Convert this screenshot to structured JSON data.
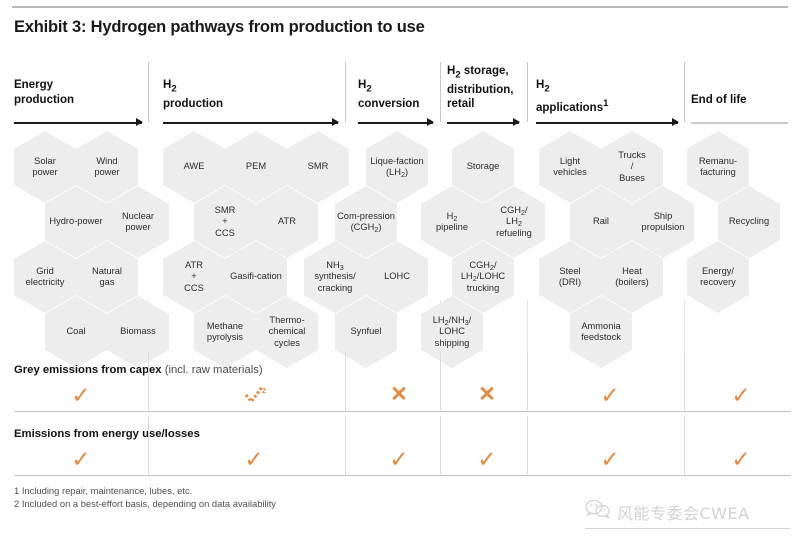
{
  "title": "Exhibit 3: Hydrogen pathways from production to use",
  "accent_color": "#E8883A",
  "hex_color": "#EDEDED",
  "columns": [
    {
      "id": "energy-production",
      "head_lines": [
        "Energy",
        "production"
      ],
      "arrow": "arrow"
    },
    {
      "id": "h2-production",
      "head_lines": [
        "H<sub>2</sub>",
        "production"
      ],
      "arrow": "arrow"
    },
    {
      "id": "h2-conversion",
      "head_lines": [
        "H<sub>2</sub>",
        "conversion"
      ],
      "arrow": "arrow"
    },
    {
      "id": "h2-storage",
      "head_lines": [
        "H<sub>2</sub> storage,",
        "distribution,",
        "retail"
      ],
      "arrow": "arrow"
    },
    {
      "id": "h2-applications",
      "head_lines": [
        "H<sub>2</sub>",
        "applications<sup>1</sup>"
      ],
      "arrow": "arrow"
    },
    {
      "id": "end-of-life",
      "head_lines": [
        "End of life"
      ],
      "arrow": "plain"
    }
  ],
  "hexagons": {
    "energy-production": [
      "Solar power",
      "Wind power",
      "Hydro-power",
      "Nuclear power",
      "Grid electricity",
      "Natural gas",
      "Coal",
      "Biomass"
    ],
    "h2-production": [
      "AWE",
      "PEM",
      "SMR",
      "SMR + CCS",
      "ATR",
      "ATR + CCS",
      "Gasifi-cation",
      "Methane pyrolysis",
      "Thermo-chemical cycles"
    ],
    "h2-conversion": [
      "Lique-faction (LH2)",
      "Com-pression (CGH2)",
      "NH3 synthesis/ cracking",
      "LOHC",
      "Synfuel"
    ],
    "h2-storage": [
      "Storage",
      "H2 pipeline",
      "CGH2/ LH2 refueling",
      "CGH2/ LH2/LOHC trucking",
      "LH2/NH3/ LOHC shipping"
    ],
    "h2-applications": [
      "Light vehicles",
      "Trucks / Buses",
      "Rail",
      "Ship propulsion",
      "Steel (DRI)",
      "Heat (boilers)",
      "Ammonia feedstock"
    ],
    "end-of-life": [
      "Remanu-facturing",
      "Recycling",
      "Energy/ recovery"
    ]
  },
  "metrics": [
    {
      "id": "grey-emissions-capex",
      "label_bold": "Grey emissions from capex",
      "label_light": " (incl. raw materials)",
      "values": [
        "check",
        "dashcheck",
        "x",
        "x",
        "check",
        "check"
      ],
      "footnote_marker": "2"
    },
    {
      "id": "emissions-energy-use",
      "label_bold": "Emissions from energy use/losses",
      "label_light": "",
      "values": [
        "check",
        "check",
        "check",
        "check",
        "check",
        "check"
      ],
      "footnote_marker": ""
    }
  ],
  "marks": {
    "check": "✓",
    "x": "✕"
  },
  "footnotes": [
    "1 Including repair, maintenance, lubes, etc.",
    "2 Included on a best-effort basis, depending on data availability"
  ],
  "watermark": {
    "text": "风能专委会CWEA",
    "icon": "wechat-icon"
  }
}
